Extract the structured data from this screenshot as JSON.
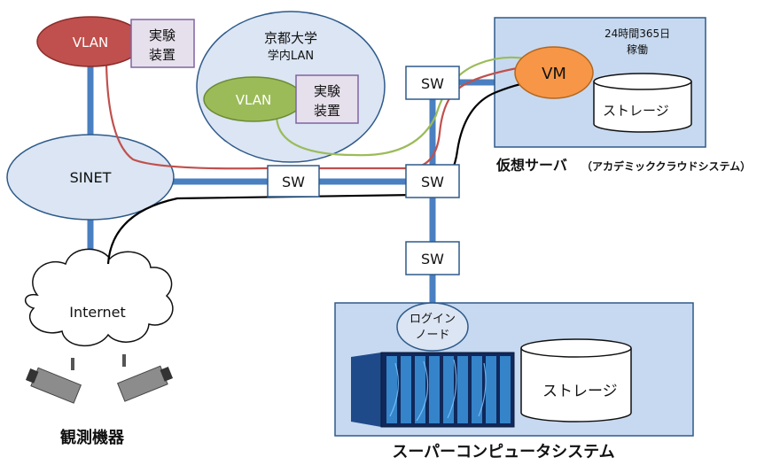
{
  "top_left_vlan": {
    "label": "VLAN",
    "device": [
      "実験",
      "装置"
    ]
  },
  "campus": {
    "label": [
      "京都大学",
      "学内LAN"
    ],
    "vlan": "VLAN",
    "device": [
      "実験",
      "装置"
    ]
  },
  "sinet": "SINET",
  "internet": "Internet",
  "observation_label": "観測機器",
  "switches": {
    "center": "SW",
    "right_top": "SW",
    "right_mid": "SW",
    "right_low": "SW"
  },
  "virtual_server": {
    "availability": [
      "24時間365日",
      "稼働"
    ],
    "vm": "VM",
    "storage": "ストレージ",
    "label": "仮想サーバ",
    "sublabel": "（アカデミッククラウドシステム）"
  },
  "supercomputer": {
    "login_node": [
      "ログイン",
      "ノード"
    ],
    "storage": "ストレージ",
    "label": "スーパーコンピュータシステム"
  },
  "colors": {
    "trunk": "#4a7fc1",
    "ellipse_fill": "#dbe5f3",
    "box_fill": "#c7d9f0",
    "vlan_red": "#c0504d",
    "vlan_green": "#9bbb59",
    "vm_orange": "#f79646",
    "device_fill": "#e6e0ec",
    "device_border": "#8064a2",
    "red_line": "#c0504d",
    "green_line": "#9bbb59",
    "black_line": "#000000"
  }
}
